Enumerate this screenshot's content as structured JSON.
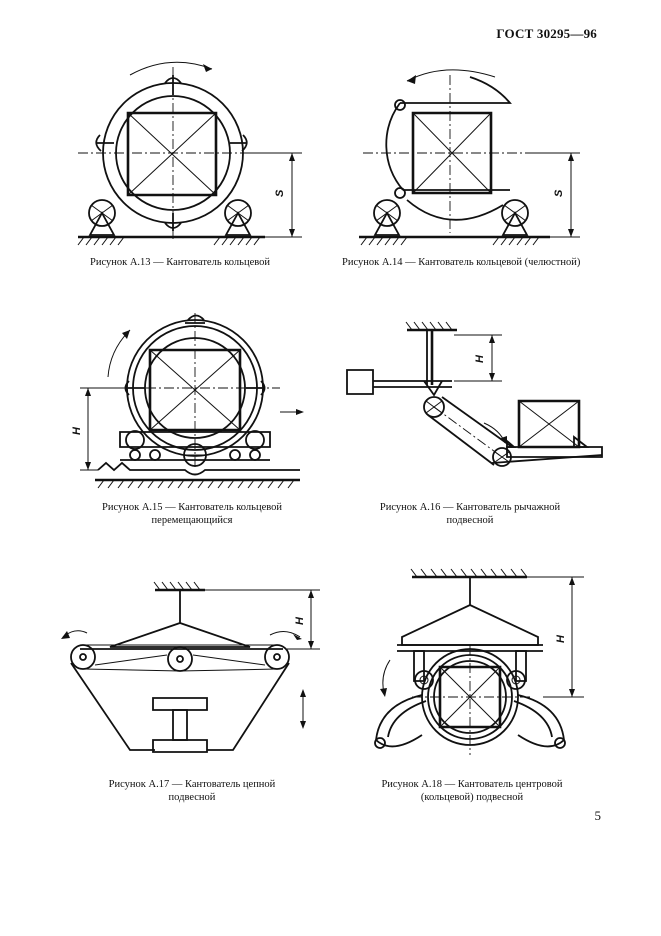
{
  "header": {
    "standard": "ГОСТ 30295—96"
  },
  "page_number": "5",
  "figures": [
    {
      "id": "a13",
      "caption": "Рисунок А.13 — Кантователь кольцевой",
      "dim_label": "S"
    },
    {
      "id": "a14",
      "caption": "Рисунок А.14 — Кантователь кольцевой (челюстной)",
      "dim_label": "S"
    },
    {
      "id": "a15",
      "caption_line1": "Рисунок А.15 — Кантователь кольцевой",
      "caption_line2": "перемещающийся",
      "dim_label": "H"
    },
    {
      "id": "a16",
      "caption_line1": "Рисунок А.16 — Кантователь рычажной",
      "caption_line2": "подвесной",
      "dim_label": "H"
    },
    {
      "id": "a17",
      "caption_line1": "Рисунок А.17 — Кантователь цепной",
      "caption_line2": "подвесной",
      "dim_label": "H"
    },
    {
      "id": "a18",
      "caption_line1": "Рисунок А.18 — Кантователь центровой",
      "caption_line2": "(кольцевой) подвесной",
      "dim_label": "H"
    }
  ],
  "colors": {
    "ink": "#111111",
    "paper": "#ffffff"
  }
}
